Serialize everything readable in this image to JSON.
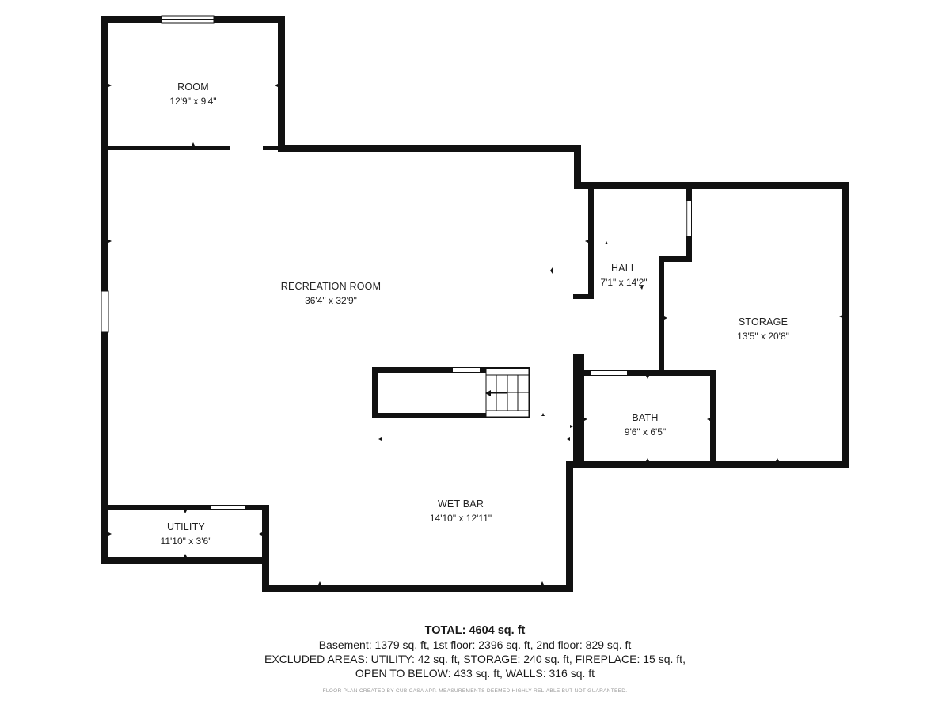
{
  "rooms": {
    "room": {
      "name": "ROOM",
      "dims": "12'9\" x 9'4\""
    },
    "recreation": {
      "name": "RECREATION ROOM",
      "dims": "36'4\" x 32'9\""
    },
    "hall": {
      "name": "HALL",
      "dims": "7'1\" x 14'2\""
    },
    "storage": {
      "name": "STORAGE",
      "dims": "13'5\" x 20'8\""
    },
    "bath": {
      "name": "BATH",
      "dims": "9'6\" x 6'5\""
    },
    "wetbar": {
      "name": "WET BAR",
      "dims": "14'10\" x 12'11\""
    },
    "utility": {
      "name": "UTILITY",
      "dims": "11'10\" x 3'6\""
    }
  },
  "summary": {
    "total": "TOTAL: 4604 sq. ft",
    "line1": "Basement: 1379 sq. ft, 1st floor: 2396 sq. ft, 2nd floor: 829 sq. ft",
    "line2": "EXCLUDED AREAS: UTILITY: 42 sq. ft, STORAGE: 240 sq. ft, FIREPLACE: 15 sq. ft,",
    "line3": "OPEN TO BELOW: 433 sq. ft, WALLS: 316 sq. ft"
  },
  "footer": "FLOOR PLAN CREATED BY CUBICASA APP. MEASUREMENTS DEEMED HIGHLY RELIABLE BUT NOT GUARANTEED.",
  "colors": {
    "wall": "#111111",
    "background": "#ffffff",
    "text": "#1a1a1a",
    "footer": "#9a9a9a"
  }
}
